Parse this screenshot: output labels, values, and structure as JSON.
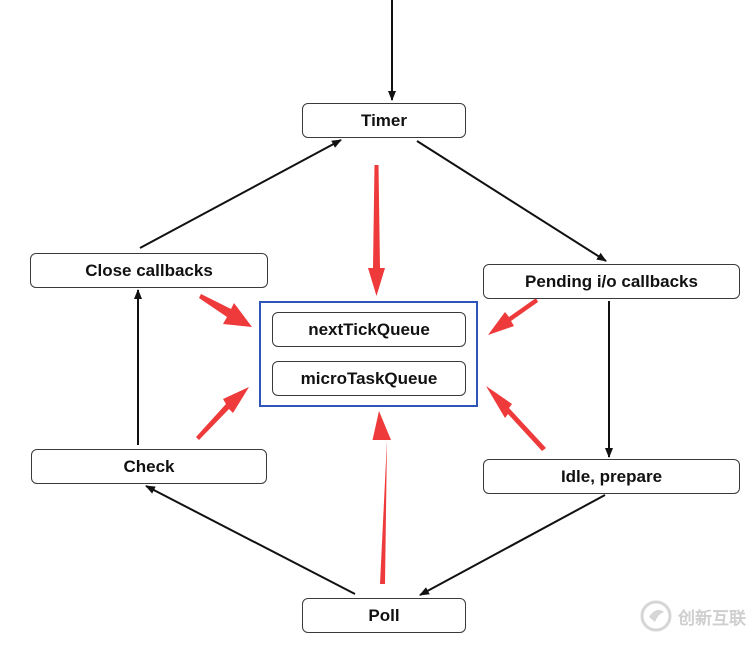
{
  "nodes": {
    "timer": "Timer",
    "pending": "Pending i/o callbacks",
    "idle": "Idle, prepare",
    "poll": "Poll",
    "check": "Check",
    "close": "Close callbacks"
  },
  "queues": {
    "next_tick": "nextTickQueue",
    "micro_task": "microTaskQueue"
  },
  "colors": {
    "flow_arrow": "#111111",
    "queue_arrow": "#ee3a3a",
    "queue_border": "#2f55b8",
    "node_border": "#3a3a3a"
  },
  "watermark": {
    "text": "创新互联",
    "icon": "brand-logo-icon"
  }
}
